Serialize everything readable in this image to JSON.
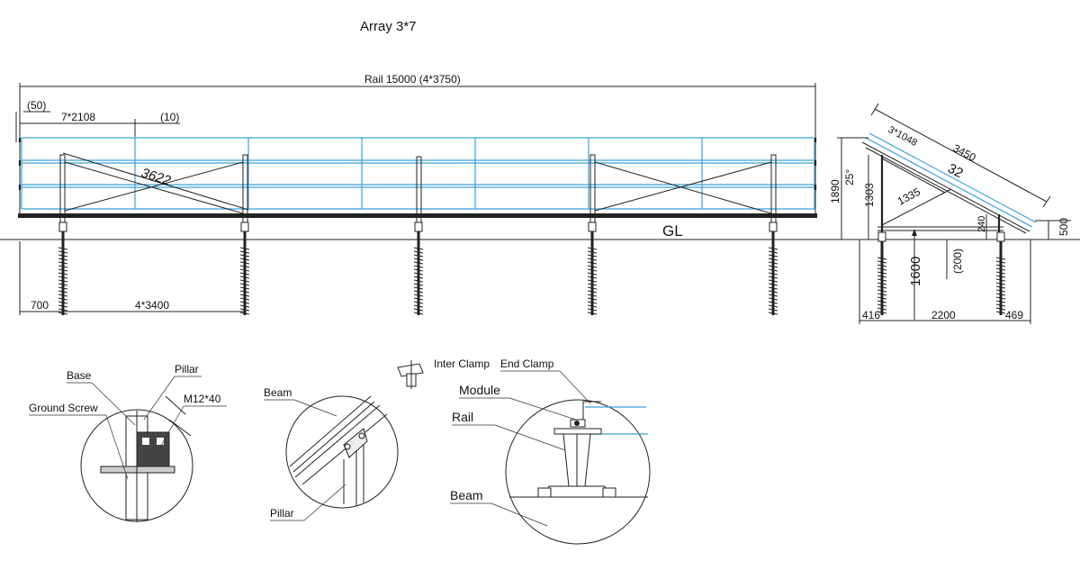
{
  "title": "Array 3*7",
  "front_view": {
    "rail_dim": "Rail 15000 (4*3750)",
    "overhang": "(50)",
    "module_pitch": "7*2108",
    "gap": "(10)",
    "brace_len": "3622",
    "ground": "GL",
    "edge_offset": "700",
    "post_spacing": "4*3400"
  },
  "side_view": {
    "module_pitch": "3*1048",
    "rail_len": "3450",
    "gap": "32",
    "height_total": "1890",
    "angle": "25°",
    "height_rear": "1303",
    "brace_len": "1335",
    "front_height": "240",
    "front_clear": "500",
    "pile_depth": "1600",
    "rear_clear": "(200)",
    "rear_offset": "416",
    "post_spacing": "2200",
    "front_offset": "469"
  },
  "details": {
    "base": {
      "label_base": "Base",
      "label_pillar": "Pillar",
      "label_ground_screw": "Ground Screw",
      "label_bolt": "M12*40"
    },
    "beam": {
      "label_beam": "Beam",
      "label_pillar": "Pillar"
    },
    "clamp": {
      "label_inter": "Inter Clamp",
      "label_end": "End Clamp",
      "label_module": "Module",
      "label_rail": "Rail",
      "label_beam": "Beam"
    }
  }
}
